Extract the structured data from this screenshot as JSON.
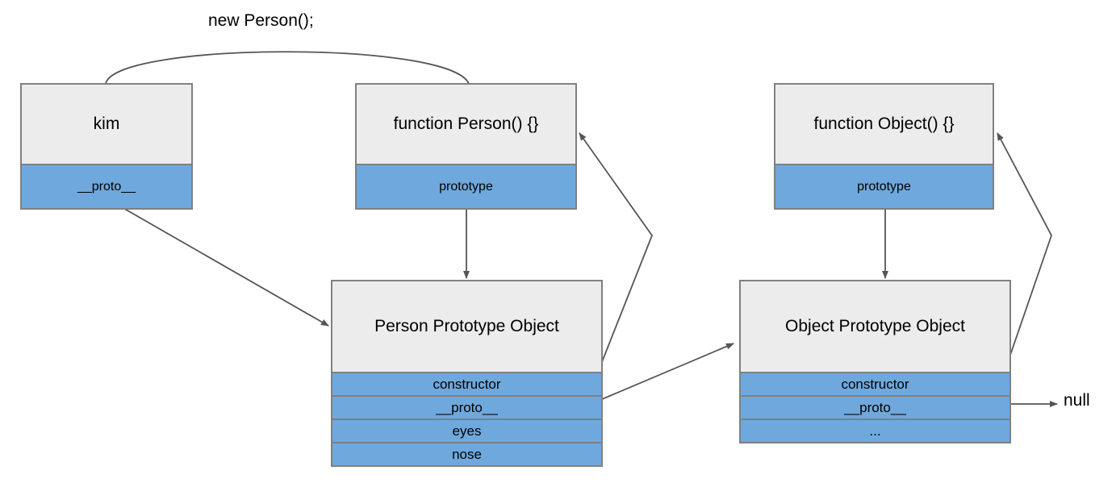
{
  "diagram": {
    "title_annotation": "new Person();",
    "terminal_label": "null",
    "colors": {
      "header_fill": "#ececec",
      "slot_fill": "#6fa8dc",
      "border": "#808080",
      "connector": "#555555",
      "text": "#000000",
      "background": "#ffffff"
    },
    "nodes": [
      {
        "id": "kim",
        "title": "kim",
        "rows": [
          "__proto__"
        ]
      },
      {
        "id": "person-function",
        "title": "function Person() {}",
        "rows": [
          "prototype"
        ]
      },
      {
        "id": "object-function",
        "title": "function Object() {}",
        "rows": [
          "prototype"
        ]
      },
      {
        "id": "person-prototype",
        "title": "Person Prototype Object",
        "rows": [
          "constructor",
          "__proto__",
          "eyes",
          "nose"
        ]
      },
      {
        "id": "object-prototype",
        "title": "Object Prototype Object",
        "rows": [
          "constructor",
          "__proto__",
          "..."
        ]
      }
    ],
    "connections": [
      {
        "from": "kim",
        "to": "person-function",
        "label": "new Person();",
        "style": "curve"
      },
      {
        "from": "kim.__proto__",
        "to": "person-prototype",
        "style": "arrow"
      },
      {
        "from": "person-function.prototype",
        "to": "person-prototype",
        "style": "arrow"
      },
      {
        "from": "person-prototype.constructor",
        "to": "person-function",
        "style": "elbow-arrow"
      },
      {
        "from": "person-prototype.__proto__",
        "to": "object-prototype",
        "style": "arrow"
      },
      {
        "from": "object-function.prototype",
        "to": "object-prototype",
        "style": "arrow"
      },
      {
        "from": "object-prototype.constructor",
        "to": "object-function",
        "style": "elbow-arrow"
      },
      {
        "from": "object-prototype.__proto__",
        "to": "null",
        "style": "arrow"
      }
    ]
  }
}
